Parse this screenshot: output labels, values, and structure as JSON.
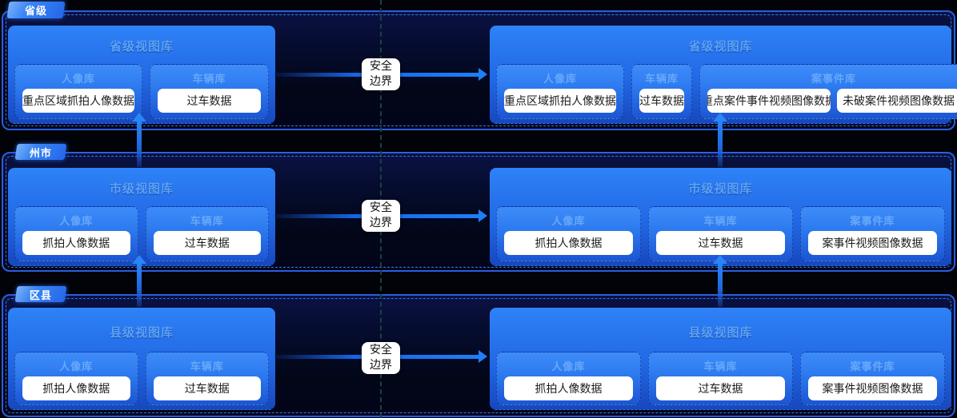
{
  "boundary": {
    "line1": "安全",
    "line2": "边界"
  },
  "colors": {
    "accent_arrow": "#1e7ff7",
    "box_blue_top": "#2e82f7",
    "box_blue_bottom": "#1747bd",
    "container_border": "#2a5ee0",
    "dashed_inset": "#3b76ec",
    "boundary_dash": "#17433f",
    "tag_blue": "#2e7cf3",
    "white_box": "#ffffff"
  },
  "rows": [
    {
      "tag": "省级",
      "left": {
        "title": "省级视图库",
        "groups": [
          {
            "header": "人像库",
            "items": [
              "重点区域抓拍人像数据"
            ]
          },
          {
            "header": "车辆库",
            "items": [
              "过车数据"
            ]
          }
        ]
      },
      "right": {
        "title": "省级视图库",
        "groups": [
          {
            "header": "人像库",
            "items": [
              "重点区域抓拍人像数据"
            ]
          },
          {
            "header": "车辆库",
            "items": [
              "过车数据"
            ]
          },
          {
            "header": "案事件库",
            "items": [
              "重点案件事件视频图像数据",
              "未破案件视频图像数据"
            ]
          }
        ]
      }
    },
    {
      "tag": "州市",
      "left": {
        "title": "市级视图库",
        "groups": [
          {
            "header": "人像库",
            "items": [
              "抓拍人像数据"
            ]
          },
          {
            "header": "车辆库",
            "items": [
              "过车数据"
            ]
          }
        ]
      },
      "right": {
        "title": "市级视图库",
        "groups": [
          {
            "header": "人像库",
            "items": [
              "抓拍人像数据"
            ]
          },
          {
            "header": "车辆库",
            "items": [
              "过车数据"
            ]
          },
          {
            "header": "案事件库",
            "items": [
              "案事件视频图像数据"
            ]
          }
        ]
      }
    },
    {
      "tag": "区县",
      "left": {
        "title": "县级视图库",
        "groups": [
          {
            "header": "人像库",
            "items": [
              "抓拍人像数据"
            ]
          },
          {
            "header": "车辆库",
            "items": [
              "过车数据"
            ]
          }
        ]
      },
      "right": {
        "title": "县级视图库",
        "groups": [
          {
            "header": "人像库",
            "items": [
              "抓拍人像数据"
            ]
          },
          {
            "header": "车辆库",
            "items": [
              "过车数据"
            ]
          },
          {
            "header": "案事件库",
            "items": [
              "案事件视频图像数据"
            ]
          }
        ]
      }
    }
  ]
}
